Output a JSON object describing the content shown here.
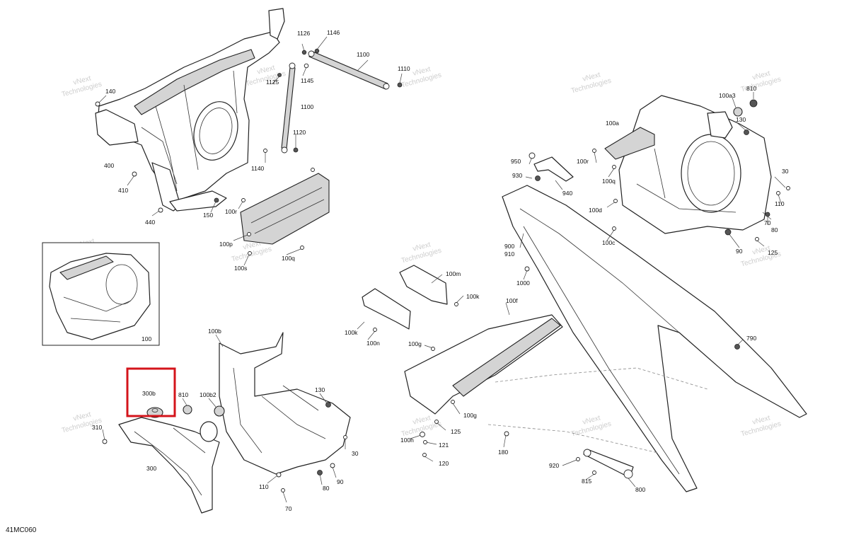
{
  "figure_code": "41MC060",
  "watermark": {
    "line1": "vNext",
    "line2": "Technologies"
  },
  "highlight": {
    "label": "300b",
    "color": "#d4141b"
  },
  "inset_label": "100",
  "callouts": [
    "1126",
    "1146",
    "1100",
    "1110",
    "1125",
    "1145",
    "1100",
    "1120",
    "1140",
    "140",
    "400",
    "410",
    "440",
    "150",
    "100r",
    "100p",
    "100s",
    "100q",
    "100a3",
    "810",
    "130",
    "100a",
    "100r",
    "100q",
    "950",
    "930",
    "940",
    "100d",
    "30",
    "110",
    "70",
    "80",
    "90",
    "100c",
    "125",
    "900",
    "910",
    "1000",
    "100m",
    "100k",
    "100k",
    "100n",
    "100f",
    "100g",
    "790",
    "100g",
    "125",
    "100h",
    "121",
    "120",
    "180",
    "920",
    "815",
    "800",
    "100b",
    "300b",
    "810",
    "100b2",
    "130",
    "310",
    "300",
    "30",
    "110",
    "80",
    "90",
    "70"
  ]
}
